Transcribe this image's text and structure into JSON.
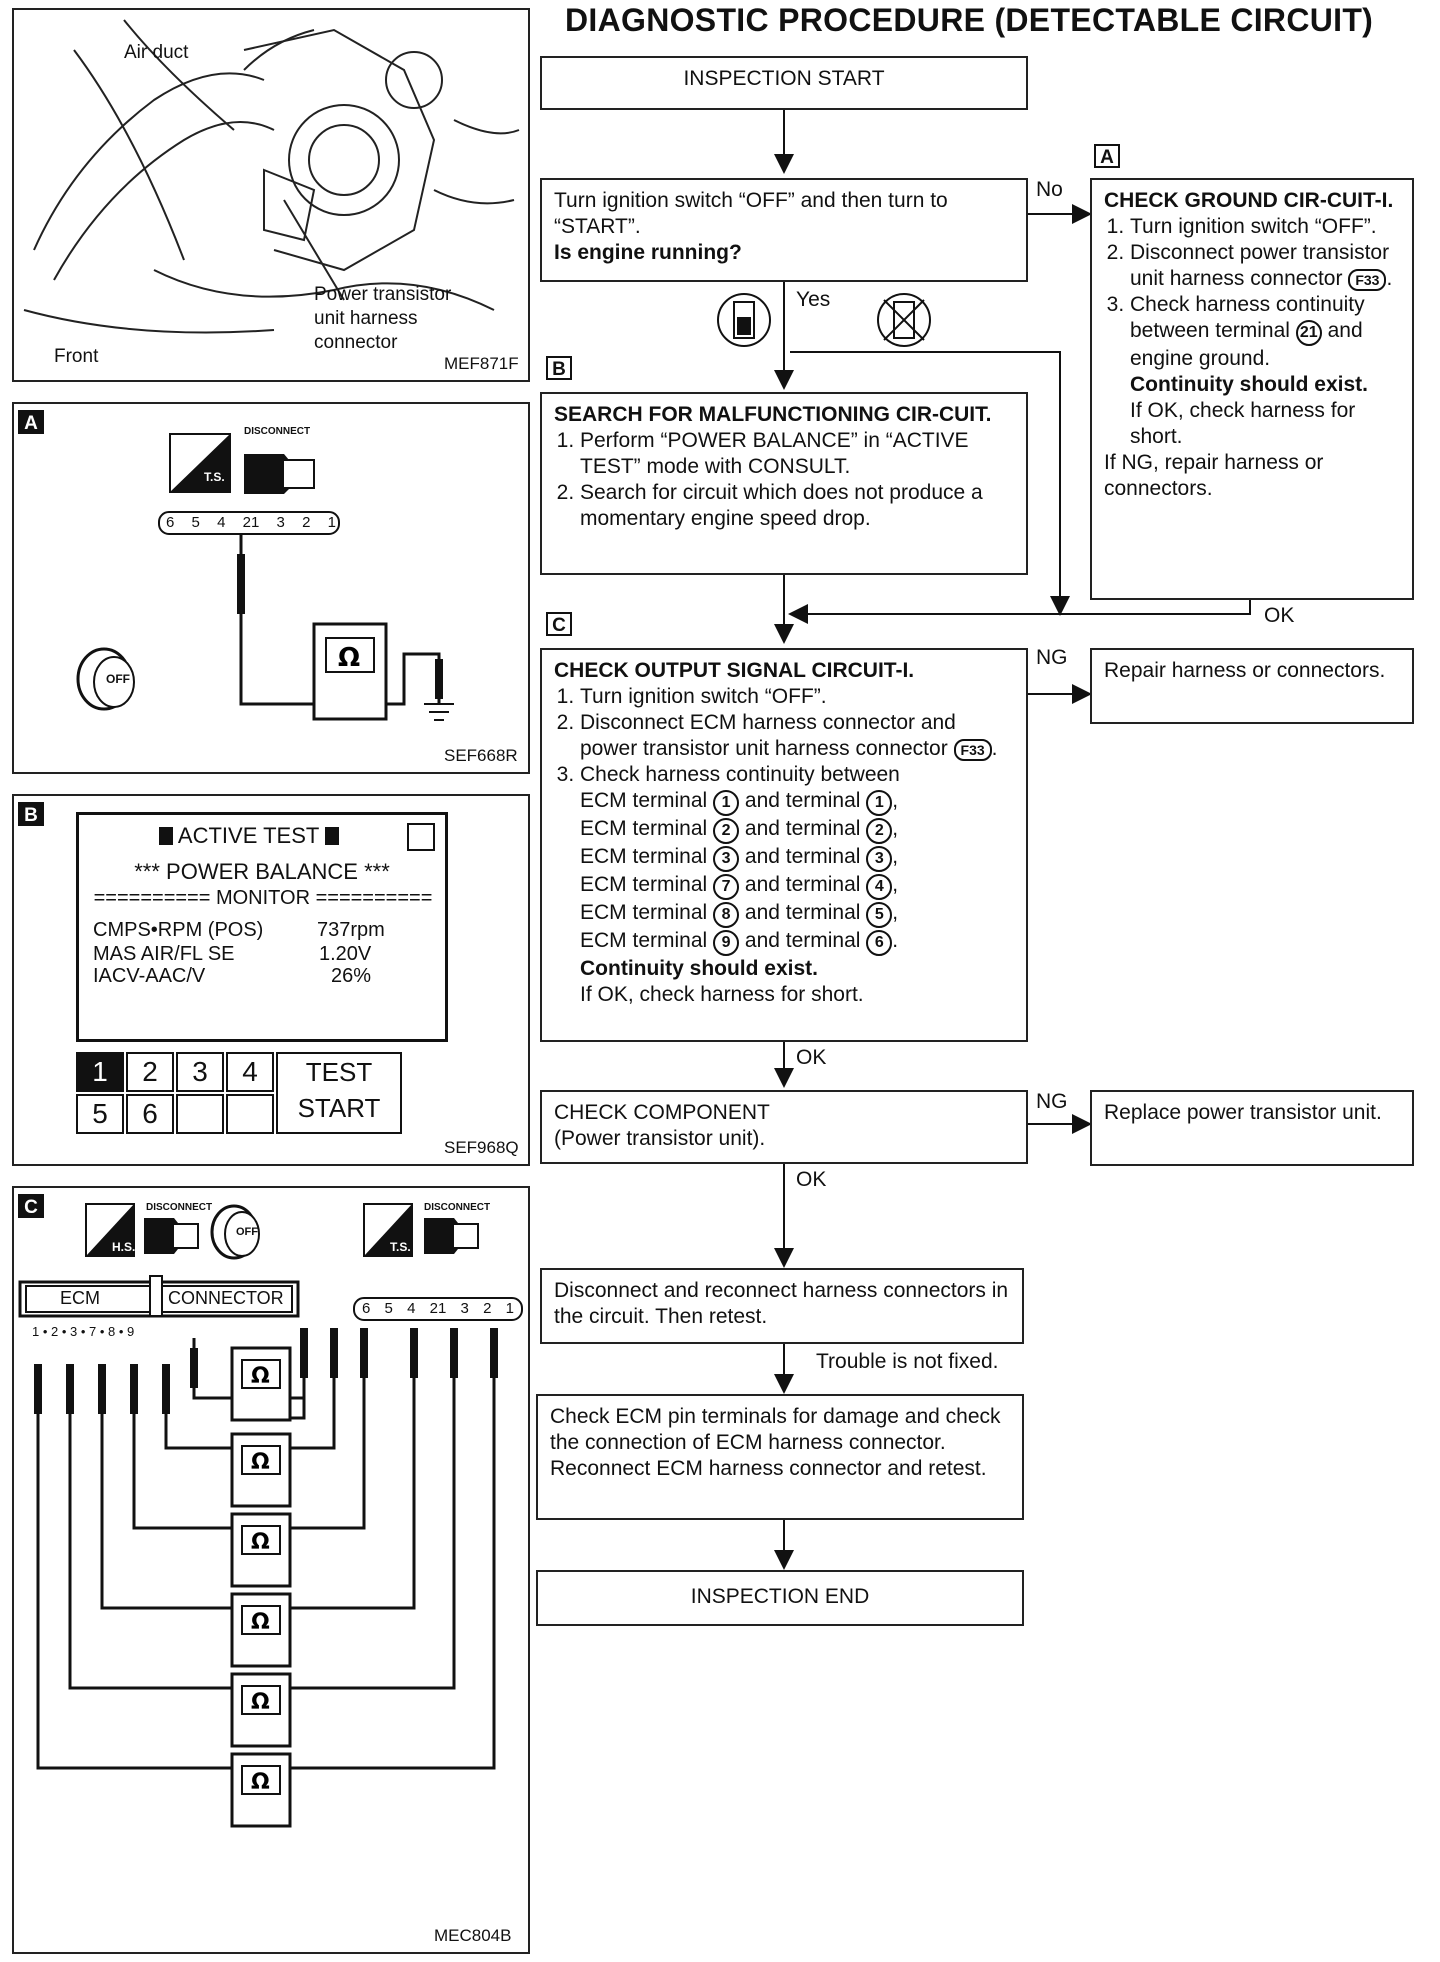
{
  "title": "DIAGNOSTIC PROCEDURE (DETECTABLE CIRCUIT)",
  "figure_top": {
    "air_duct": "Air duct",
    "power_transistor": [
      "Power transistor",
      "unit harness",
      "connector"
    ],
    "front": "Front",
    "code": "MEF871F"
  },
  "figure_a": {
    "tag": "A",
    "disconnect": "DISCONNECT",
    "ts": "T.S.",
    "terminals": [
      "6",
      "5",
      "4",
      "21",
      "3",
      "2",
      "1"
    ],
    "off": "OFF",
    "code": "SEF668R"
  },
  "figure_b": {
    "tag": "B",
    "header": "ACTIVE TEST",
    "sub": "*** POWER BALANCE ***",
    "monitor": "========== MONITOR ==========",
    "rows": [
      {
        "name": "CMPS•RPM (POS)",
        "value": "737rpm"
      },
      {
        "name": "MAS AIR/FL SE",
        "value": "1.20V"
      },
      {
        "name": "IACV-AAC/V",
        "value": "26%"
      }
    ],
    "keys": [
      "1",
      "2",
      "3",
      "4",
      "5",
      "6"
    ],
    "test_start": [
      "TEST",
      "START"
    ],
    "code": "SEF968Q"
  },
  "figure_c": {
    "tag": "C",
    "disconnect": "DISCONNECT",
    "hs": "H.S.",
    "ts": "T.S.",
    "off": "OFF",
    "ecm": "ECM",
    "connector": "CONNECTOR",
    "ecm_pins": "1 • 2 • 3 • 7 • 8 • 9",
    "terminals": [
      "6",
      "5",
      "4",
      "21",
      "3",
      "2",
      "1"
    ],
    "code": "MEC804B"
  },
  "flow": {
    "start": "INSPECTION START",
    "q1_line1": "Turn ignition switch “OFF” and then turn to “START”.",
    "q1_line2": "Is engine running?",
    "no": "No",
    "yes": "Yes",
    "ok": "OK",
    "ng": "NG",
    "tag_a": "A",
    "tag_b": "B",
    "tag_c": "C",
    "a_title": "CHECK GROUND CIR-CUIT-I.",
    "a_step1": "Turn ignition switch “OFF”.",
    "a_step2": "Disconnect power transistor unit harness connector",
    "a_conn": "F33",
    "a_step3a": "Check harness continuity between terminal",
    "a_term": "21",
    "a_step3b": "and engine ground.",
    "a_exist": "Continuity should exist.",
    "a_okcheck": "If OK, check harness for short.",
    "a_ng": "If NG, repair harness or connectors.",
    "b_title": "SEARCH FOR MALFUNCTIONING CIR-CUIT.",
    "b_step1": "Perform “POWER BALANCE” in “ACTIVE TEST” mode with CONSULT.",
    "b_step2": "Search for circuit which does not produce a momentary engine speed drop.",
    "c_title": "CHECK OUTPUT SIGNAL CIRCUIT-I.",
    "c_step1": "Turn ignition switch “OFF”.",
    "c_step2": "Disconnect ECM harness connector and power transistor unit harness connector",
    "c_conn": "F33",
    "c_step3": "Check harness continuity between",
    "c_pairs": [
      [
        "1",
        "1"
      ],
      [
        "2",
        "2"
      ],
      [
        "3",
        "3"
      ],
      [
        "7",
        "4"
      ],
      [
        "8",
        "5"
      ],
      [
        "9",
        "6"
      ]
    ],
    "ecm_terminal": "ECM terminal",
    "and_terminal": "and terminal",
    "c_exist": "Continuity should exist.",
    "c_okcheck": "If OK, check harness for short.",
    "repair": "Repair harness or connectors.",
    "check_component": "CHECK COMPONENT",
    "check_component_sub": "(Power transistor unit).",
    "replace": "Replace power transistor unit.",
    "disconnect_reconnect": "Disconnect and reconnect harness connectors in the circuit. Then retest.",
    "trouble": "Trouble is not fixed.",
    "check_ecm": "Check ECM pin terminals for damage and check the connection of ECM harness connector. Reconnect ECM harness connector and retest.",
    "end": "INSPECTION END"
  }
}
